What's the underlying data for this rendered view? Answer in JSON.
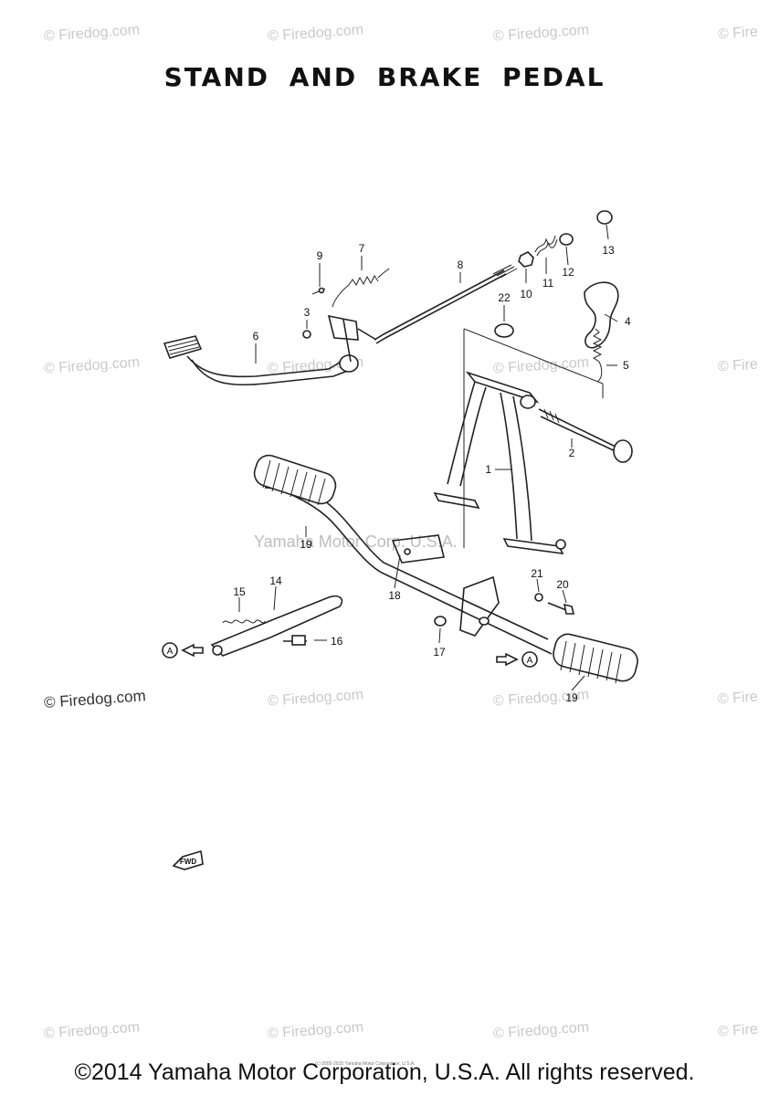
{
  "title": "STAND AND BRAKE PEDAL",
  "watermark": "© Firedog.com",
  "watermark_fragment": "© Fire",
  "center_watermark": "Yamaha Motor Corp. U.S.A.",
  "footer": "©2014 Yamaha Motor Corporation, U.S.A. All rights reserved.",
  "tiny_credit": "(c) 2005-2015 Yamaha Motor Corporation, U.S.A.",
  "ref_marker": "A",
  "fwd_label": "FWD",
  "parts": [
    {
      "num": "1"
    },
    {
      "num": "2"
    },
    {
      "num": "3"
    },
    {
      "num": "4"
    },
    {
      "num": "5"
    },
    {
      "num": "6"
    },
    {
      "num": "7"
    },
    {
      "num": "8"
    },
    {
      "num": "9"
    },
    {
      "num": "10"
    },
    {
      "num": "11"
    },
    {
      "num": "12"
    },
    {
      "num": "13"
    },
    {
      "num": "14"
    },
    {
      "num": "15"
    },
    {
      "num": "16"
    },
    {
      "num": "17"
    },
    {
      "num": "18"
    },
    {
      "num": "19"
    },
    {
      "num": "19"
    },
    {
      "num": "20"
    },
    {
      "num": "21"
    },
    {
      "num": "22"
    }
  ]
}
